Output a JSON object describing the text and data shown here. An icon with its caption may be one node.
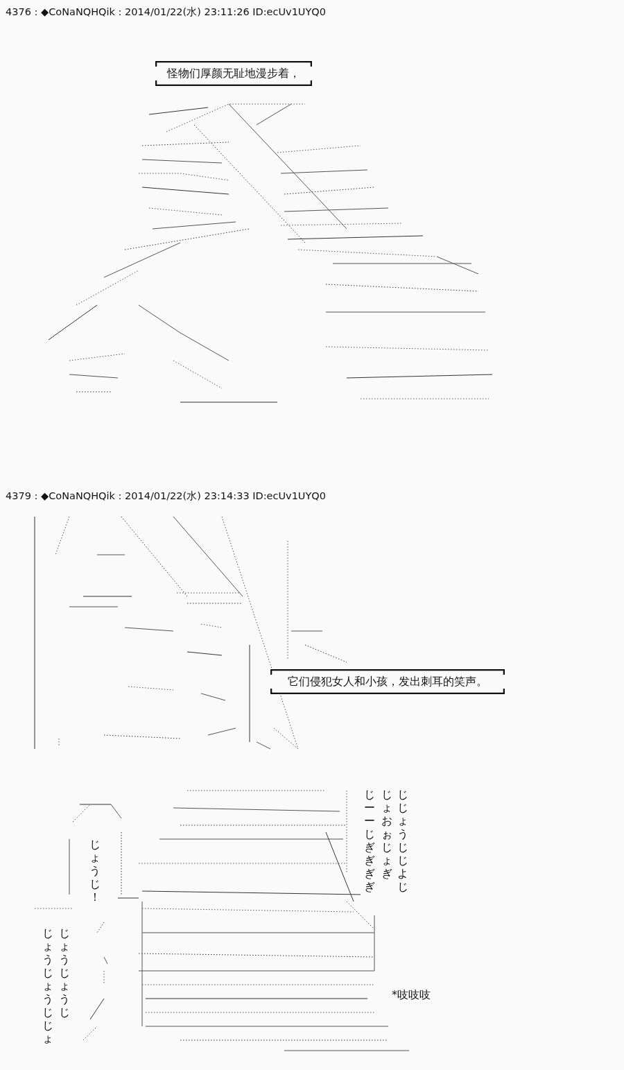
{
  "diagram": {
    "nodes": [
      {
        "text": [
          "怪物们厚颜无耻地漫步着，"
        ]
      },
      {
        "text": [
          "它们侵犯女人和小孩，发出刺耳的笑声。"
        ]
      }
    ],
    "labels": [
      "4376 : ◆CoNaNQHQik : 2014/01/22(水) 23:11:26 ID:ecUv1UYQ0",
      "4379 : ◆CoNaNQHQik : 2014/01/22(水) 23:14:33 ID:ecUv1UYQ0",
      "じょうじ！",
      "じじょうじじよじ",
      "じょおぉじょぎ",
      "じーーじぎぎぎぎ",
      "じょうじょうじ",
      "じょうじょうじじょ",
      "*吱吱吱"
    ]
  }
}
